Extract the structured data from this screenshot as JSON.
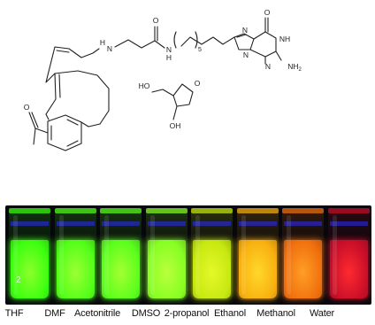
{
  "structure_labels": {
    "carbonyl_o": "O",
    "hn": "H",
    "n": "N",
    "amide_o": "O",
    "amide_n": "N",
    "amide_h": "H",
    "chain_count": "5",
    "g_n_top": "N",
    "g_n_bottom": "N",
    "g_n_right": "N",
    "g_o": "O",
    "g_nh": "NH",
    "g_nh2": "NH",
    "g_nh2_sub": "2",
    "sugar_ho": "HO",
    "sugar_o": "O",
    "sugar_oh": "OH",
    "acetyl_o": "O"
  },
  "vials": [
    {
      "solvent": "THF",
      "color": "#8cff2a",
      "glow": "#3cff10",
      "mark": "2"
    },
    {
      "solvent": "DMF",
      "color": "#9cff34",
      "glow": "#52ff18",
      "mark": ""
    },
    {
      "solvent": "Acetonitrile",
      "color": "#a4ff30",
      "glow": "#5aff1c",
      "mark": ""
    },
    {
      "solvent": "DMSO",
      "color": "#baff3c",
      "glow": "#86ff22",
      "mark": ""
    },
    {
      "solvent": "2-propanol",
      "color": "#e6f82a",
      "glow": "#c6e810",
      "mark": ""
    },
    {
      "solvent": "Ethanol",
      "color": "#ffd82a",
      "glow": "#f8b010",
      "mark": ""
    },
    {
      "solvent": "Methanol",
      "color": "#ff9e26",
      "glow": "#f0700e",
      "mark": ""
    },
    {
      "solvent": "Water",
      "color": "#ff2a30",
      "glow": "#c80e28",
      "mark": ""
    }
  ]
}
